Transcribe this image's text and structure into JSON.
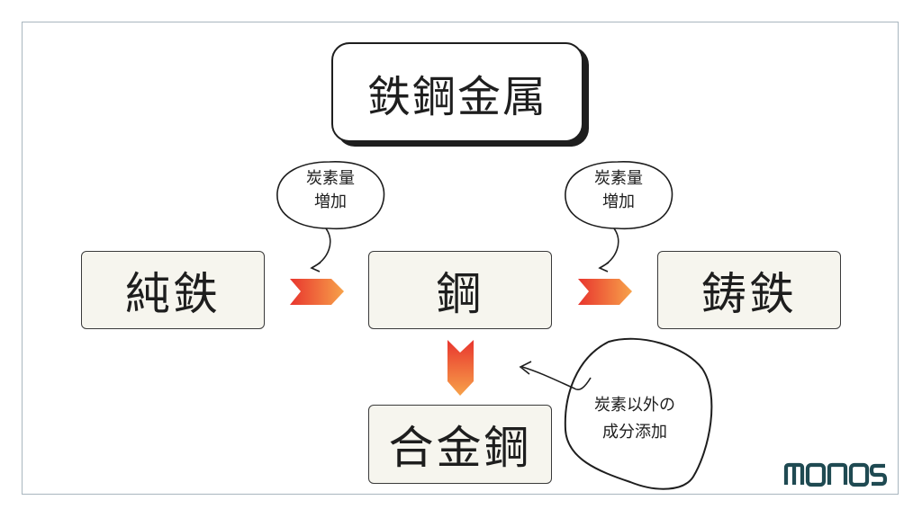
{
  "title": "鉄鋼金属",
  "nodes": {
    "pure_iron": "純鉄",
    "steel": "鋼",
    "cast_iron": "鋳鉄",
    "alloy_steel": "合金鋼"
  },
  "bubbles": {
    "carbon_increase_1": {
      "line1": "炭素量",
      "line2": "増加"
    },
    "carbon_increase_2": {
      "line1": "炭素量",
      "line2": "増加"
    },
    "other_components": {
      "line1": "炭素以外の",
      "line2": "成分添加"
    }
  },
  "logo": "MONOS",
  "colors": {
    "arrow_start": "#e8352e",
    "arrow_end": "#f7a24a",
    "logo": "#1f4a52",
    "stroke": "#1e1e1e"
  }
}
